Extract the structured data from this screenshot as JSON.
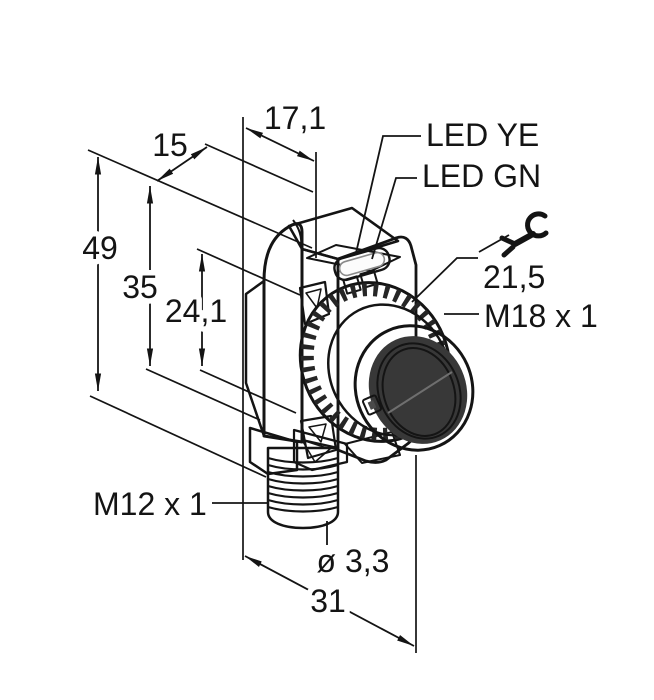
{
  "figure": {
    "type": "technical-dimension-drawing",
    "subject": "photoelectric-sensor",
    "background": "#ffffff",
    "colors": {
      "housing_yellow": "#ffd400",
      "housing_yellow_top": "#ffdc3a",
      "front_gray": "#9c9c9c",
      "side_gray": "#8a8a8a",
      "nut_gray": "#9a9a9a",
      "dark_gray": "#404040",
      "outline": "#141414"
    },
    "labels": {
      "led_yellow": "LED YE",
      "led_green": "LED GN",
      "wrench_size": "21,5",
      "front_thread": "M18 x 1",
      "connector_thread": "M12 x 1",
      "hole_diameter": "ø 3,3",
      "height_total": "49",
      "height_body": "35",
      "height_lens_axis": "24,1",
      "depth_body": "15",
      "depth_total": "17,1",
      "width_total": "31"
    },
    "icons": {
      "wrench": "open-end-wrench"
    }
  }
}
